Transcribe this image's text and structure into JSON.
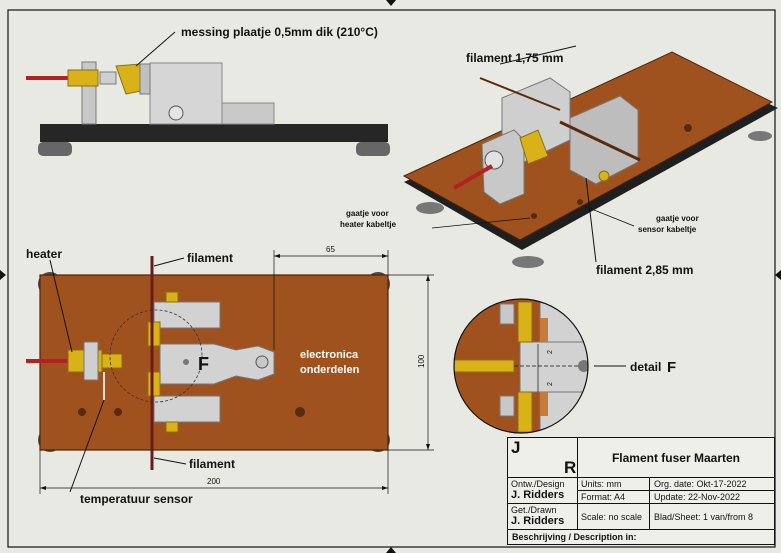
{
  "labels": {
    "messing": "messing plaatje 0,5mm dik  (210°C)",
    "filament175": "filament 1,75 mm",
    "heater": "heater",
    "filament_top": "filament",
    "filament_bottom": "filament",
    "dim65": "65",
    "dim100": "100",
    "dim200": "200",
    "electronica1": "electronica",
    "electronica2": "onderdelen",
    "detail_letter": "F",
    "temp_sensor": "temperatuur sensor",
    "gaatje_heater1": "gaatje voor",
    "gaatje_heater2": "heater kabeltje",
    "gaatje_sensor1": "gaatje voor",
    "gaatje_sensor2": "sensor kabeltje",
    "filament285": "filament 2,85 mm",
    "detail_label": "detail",
    "detail_dim1": "2",
    "detail_dim2": "2"
  },
  "title_block": {
    "j": "J",
    "r": "R",
    "title": "Flament fuser Maarten",
    "ontw_label": "Ontw./Design",
    "ontw_name": "J. Ridders",
    "get_label": "Get./Drawn",
    "get_name": "J. Ridders",
    "units": "Units: mm",
    "format": "Format: A4",
    "scale": "Scale: no scale",
    "org_date": "Org. date: Okt-17-2022",
    "update": "Update: 22-Nov-2022",
    "sheet": "Blad/Sheet: 1 van/from 8",
    "description": "Beschrijving / Description in:"
  },
  "colors": {
    "wood": "#a0521e",
    "wood_dark": "#7a3a12",
    "aluminium": "#d2d2d2",
    "brass": "#d9b21a",
    "base": "#222222",
    "heater_wire": "#b22222"
  }
}
